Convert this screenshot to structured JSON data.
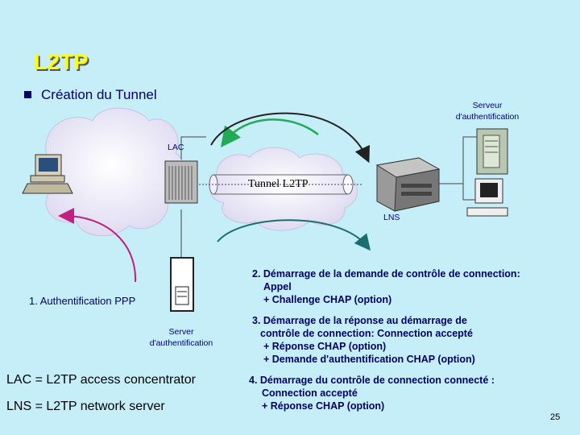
{
  "title": "L2TP",
  "bullet": "Création du Tunnel",
  "labels": {
    "auth_server_top_line1": "Serveur",
    "auth_server_top_line2": "d'authentification",
    "lac": "LAC",
    "tunnel": "Tunnel L2TP",
    "lns": "LNS",
    "auth_ppp": "1. Authentification PPP",
    "server_auth_line1": "Server",
    "server_auth_line2": "d'authentification"
  },
  "steps": {
    "step2": [
      "2. Démarrage de la demande de contrôle de connection:",
      "Appel",
      "+ Challenge CHAP (option)"
    ],
    "step3": [
      "3. Démarrage de la réponse au démarrage de",
      "contrôle de connection: Connection accepté",
      "+ Réponse CHAP (option)",
      "+ Demande d'authentification  CHAP (option)"
    ],
    "step4": [
      "4. Démarrage du contrôle de connection connecté :",
      "Connection accepté",
      "+ Réponse CHAP (option)"
    ]
  },
  "definitions": {
    "lac": "LAC = L2TP access concentrator",
    "lns": "LNS = L2TP network server"
  },
  "page_number": "25",
  "colors": {
    "background": "#c5eef8",
    "title": "#ffff00",
    "text": "#000066",
    "green_arrow": "#22aa55",
    "teal_arrow": "#1a6e6e",
    "magenta_arrow": "#c0207f"
  }
}
